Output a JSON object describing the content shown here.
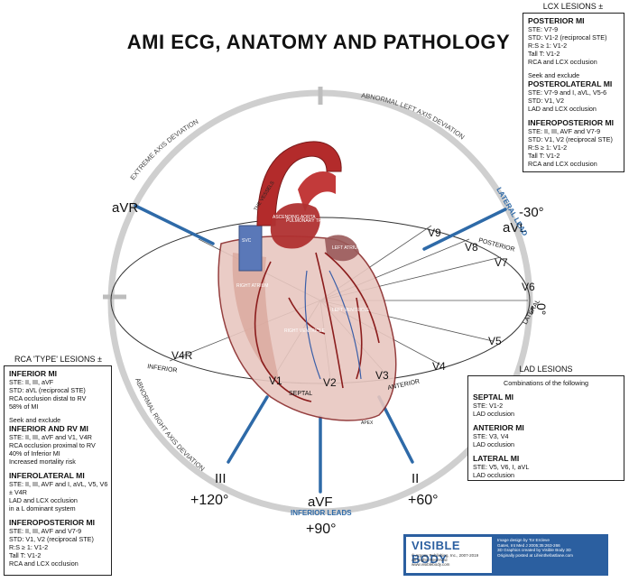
{
  "title": "AMI ECG, ANATOMY AND PATHOLOGY",
  "arc_labels": {
    "extreme": "EXTREME AXIS DEVIATION",
    "left": "ABNORMAL LEFT AXIS DEVIATION",
    "right": "ABNORMAL RIGHT AXIS DEVIATION"
  },
  "leads": {
    "avr": "aVR",
    "avl": "aVL",
    "lateral_lead": "LATERAL LEAD",
    "minus30": "-30°",
    "zero": "0°",
    "i": "I",
    "ii": "II",
    "iii": "III",
    "avf": "aVF",
    "inferior_leads": "INFERIOR LEADS",
    "plus90": "+90°",
    "plus60": "+60°",
    "plus120": "+120°",
    "v1": "V1",
    "v2": "V2",
    "v3": "V3",
    "v4": "V4",
    "v5": "V5",
    "v6": "V6",
    "v7": "V7",
    "v8": "V8",
    "v9": "V9",
    "v4r": "V4R",
    "septal": "SEPTAL",
    "anterior": "ANTERIOR",
    "lateral": "LATERAL",
    "posterior": "POSTERIOR",
    "inferior": "INFERIOR"
  },
  "heart_labels": {
    "vessel": "THE VESSELS",
    "ascending_aorta": "ASCENDING AORTA",
    "pulmonary": "PULMONARY TRUNK",
    "left_atrium": "LEFT ATRIUM",
    "svc": "SVC",
    "right_atrium": "RIGHT ATRIUM",
    "right_ventricle": "RIGHT VENTRICLE",
    "left_ventricle": "LEFT VENTRICLE",
    "apex": "APEX"
  },
  "lcx": {
    "header": "LCX LESIONS ±",
    "sections": [
      {
        "title": "POSTERIOR MI",
        "lines": [
          "STE: V7-9",
          "STD: V1-2 (reciprocal STE)",
          "R:S ≥ 1: V1-2",
          "Tall T: V1-2",
          "RCA and LCX occlusion"
        ]
      },
      {
        "note": "Seek and exclude",
        "title": "POSTEROLATERAL MI",
        "lines": [
          "STE: V7-9 and I, aVL, V5-6",
          "STD: V1, V2",
          "LAD and LCX occlusion"
        ]
      },
      {
        "title": "INFEROPOSTERIOR MI",
        "lines": [
          "STE: II, III, AVF and V7-9",
          "STD: V1, V2 (reciprocal STE)",
          "R:S ≥ 1: V1-2",
          "Tall T: V1-2",
          "RCA and LCX occlusion"
        ]
      }
    ]
  },
  "rca": {
    "header": "RCA 'TYPE' LESIONS ±",
    "sections": [
      {
        "title": "INFERIOR MI",
        "lines": [
          "STE: II, III, aVF",
          "STD: aVL (reciprocal STE)",
          "RCA occlusion distal to RV",
          "58% of MI"
        ]
      },
      {
        "note": "Seek and exclude",
        "title": "INFERIOR AND RV MI",
        "lines": [
          "STE: II, III, aVF and V1, V4R",
          "RCA occlusion proximal to RV",
          "40% of Inferior MI",
          "Increased mortality risk"
        ]
      },
      {
        "title": "INFEROLATERAL MI",
        "lines": [
          "STE:  II, III, AVF and I, aVL, V5, V6",
          "± V4R",
          "LAD and LCX occlusion",
          "in a L dominant system"
        ]
      },
      {
        "title": "INFEROPOSTERIOR MI",
        "lines": [
          "STE: II, III, AVF and V7-9",
          "STD: V1, V2 (reciprocal STE)",
          "R:S ≥ 1: V1-2",
          "Tall T: V1-2",
          "RCA and LCX occlusion"
        ]
      }
    ]
  },
  "lad": {
    "header": "LAD LESIONS",
    "intro": "Combinations of the following",
    "sections": [
      {
        "title": "SEPTAL MI",
        "lines": [
          "STE: V1-2",
          "LAD occlusion"
        ]
      },
      {
        "title": "ANTERIOR MI",
        "lines": [
          "STE: V3, V4",
          "LAD occlusion"
        ]
      },
      {
        "title": "LATERAL MI",
        "lines": [
          "STE: V5, V6, I, aVL",
          "LAD occlusion"
        ]
      }
    ]
  },
  "logo": {
    "brand": "VISIBLE BODY",
    "small": [
      "© Argosy Publishing, Inc., 2007-2019",
      "All Rights Reserved",
      "www.visiblebody.com"
    ],
    "credit": [
      "Image design by Tor Ercleve",
      "Gates, Int Med J 2005;35:263-266",
      "3D Graphics created by Visible Body 3D",
      "Originally posted at Lifeinthefastlane.com"
    ]
  },
  "colors": {
    "lead_blue": "#2e6aa8",
    "arc_gray": "#cfcfcf",
    "heart_red": "#a83232"
  }
}
